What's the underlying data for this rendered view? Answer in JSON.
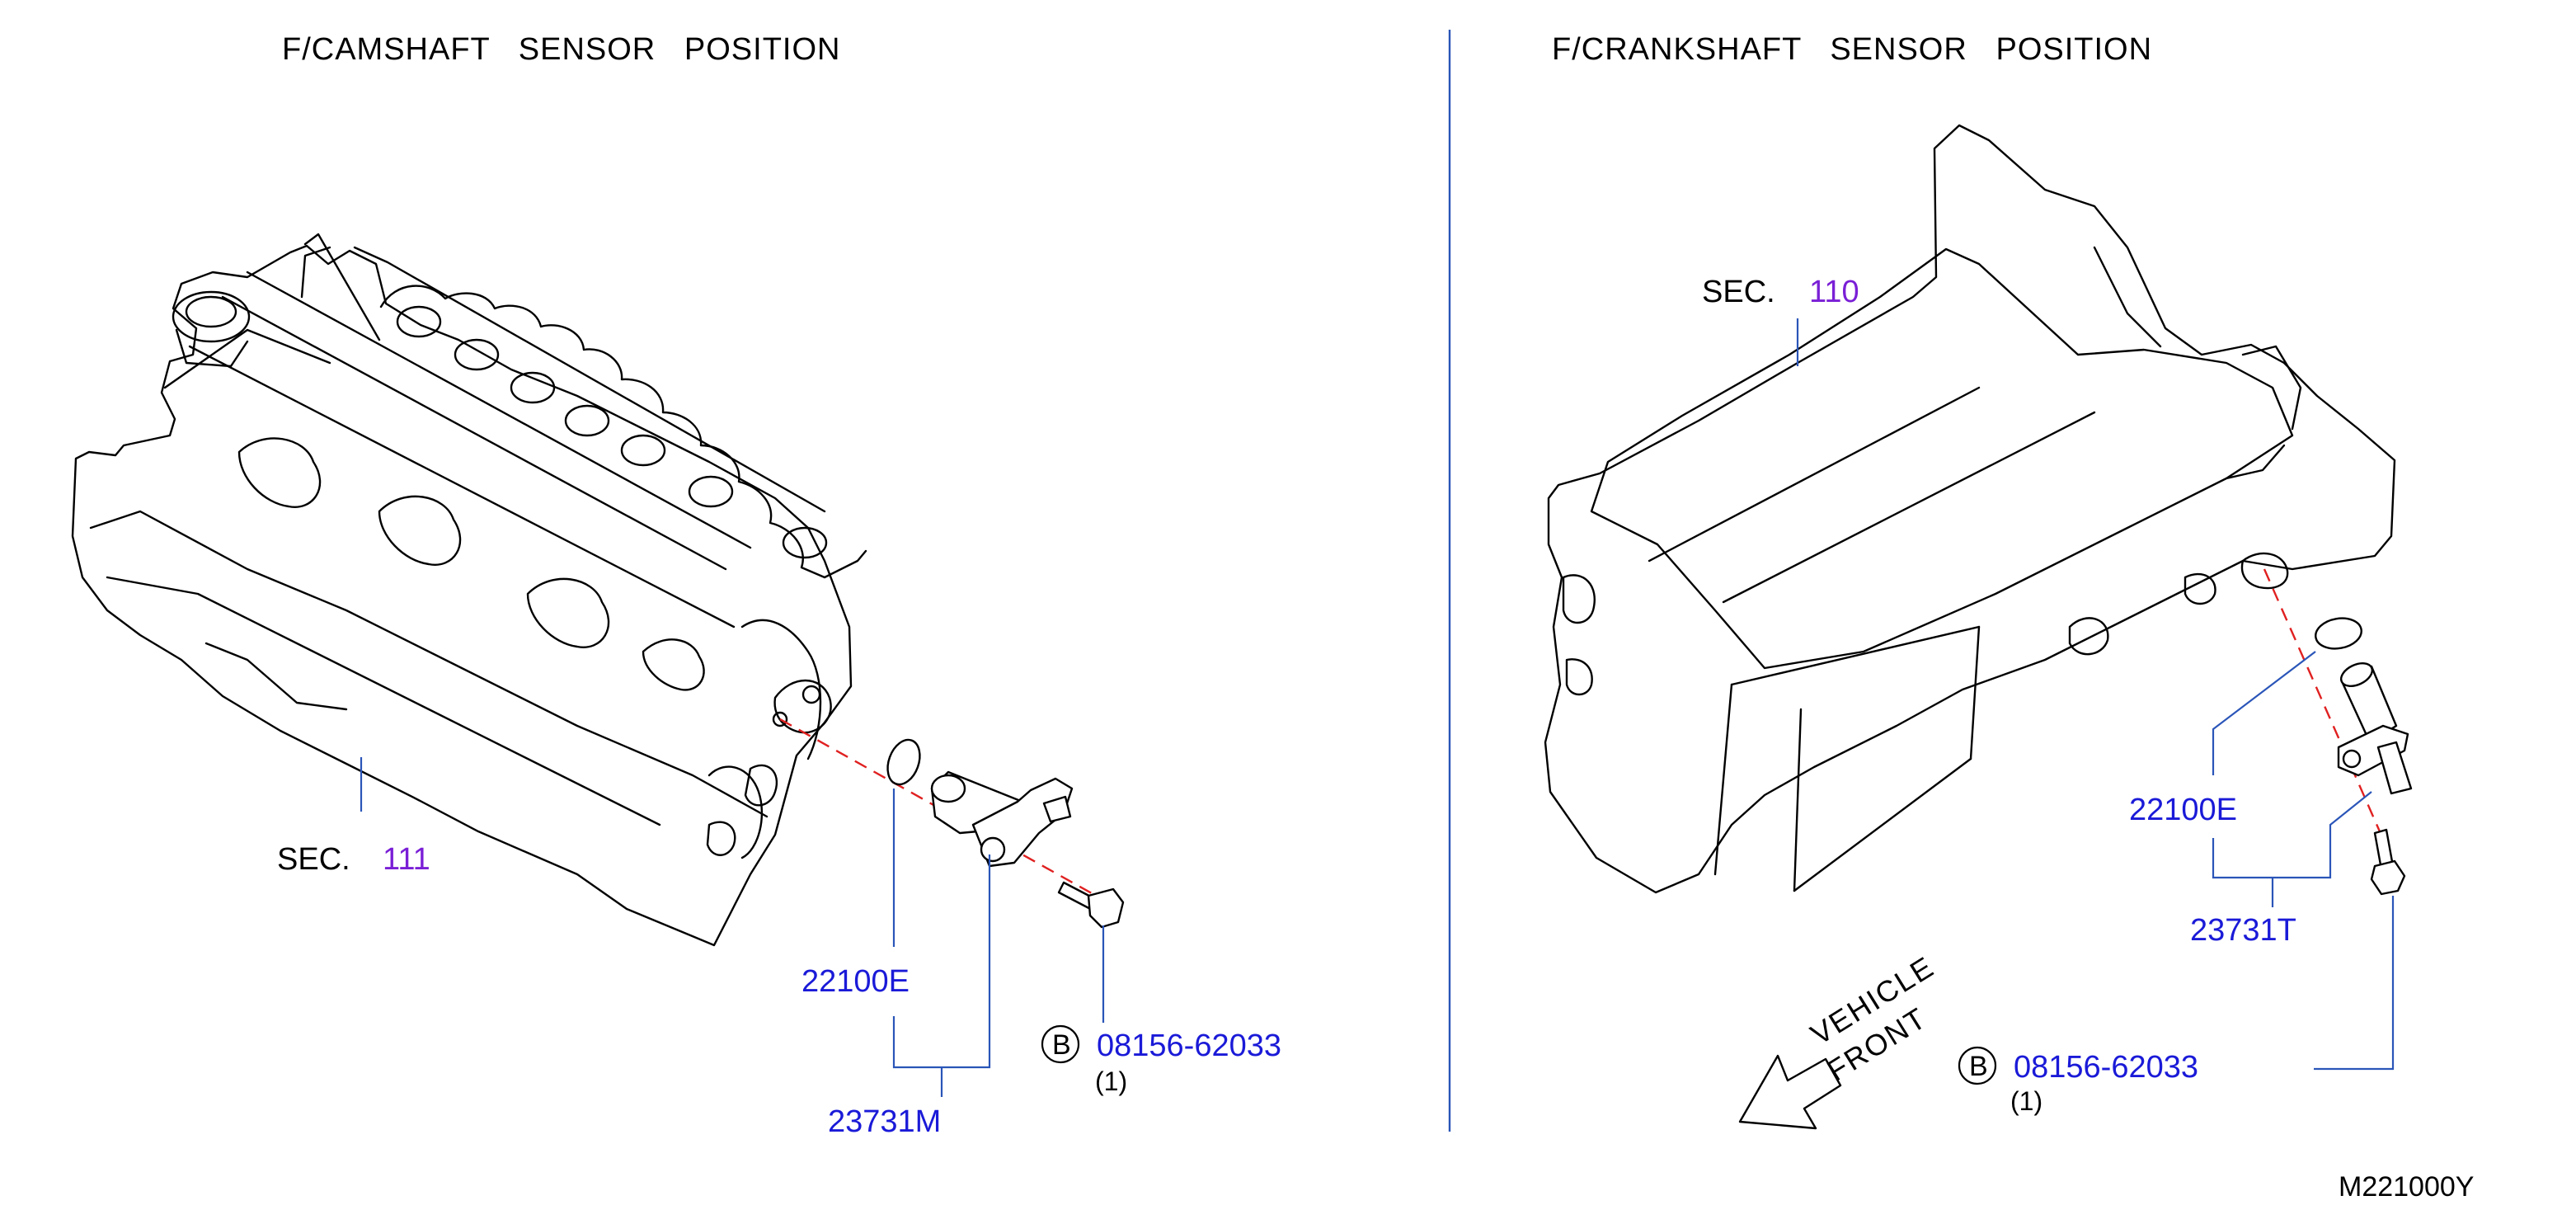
{
  "panels": {
    "left": {
      "title": "F/CAMSHAFT   SENSOR   POSITION",
      "sec_label": "SEC.",
      "sec_number": "111",
      "parts": [
        {
          "part_number": "22100E"
        },
        {
          "part_number": "23731M"
        },
        {
          "badge": "B",
          "part_number": "08156-62033",
          "qty": "(1)"
        }
      ]
    },
    "right": {
      "title": "F/CRANKSHAFT   SENSOR   POSITION",
      "sec_label": "SEC.",
      "sec_number": "110",
      "parts": [
        {
          "part_number": "22100E"
        },
        {
          "part_number": "23731T"
        },
        {
          "badge": "B",
          "part_number": "08156-62033",
          "qty": "(1)"
        }
      ],
      "direction": {
        "line1": "VEHICLE",
        "line2": "FRONT"
      }
    }
  },
  "diagram_code": "M221000Y",
  "colors": {
    "part_number": "#1a1ad8",
    "section_number": "#7a1fd6",
    "leader_line": "#2a55b8",
    "alignment_dash": "#e02020"
  }
}
